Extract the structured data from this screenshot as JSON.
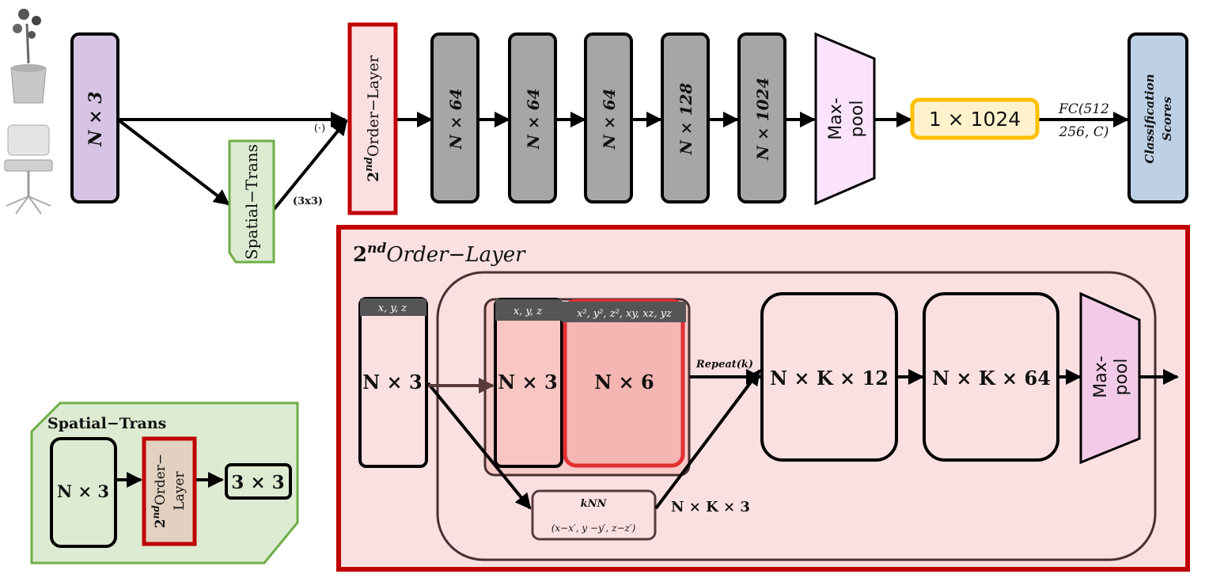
{
  "top": {
    "input": "N × 3",
    "spatial": "Spatial−Trans",
    "dot_label": "(·)",
    "mat_label": "(3x3)",
    "second_order": {
      "sup": "nd",
      "base": "2",
      "rest": "Order−Layer"
    },
    "blocks": [
      "N × 64",
      "N × 64",
      "N × 64",
      "N × 128",
      "N × 1024"
    ],
    "maxpool": [
      "Max-",
      "pool"
    ],
    "global_feat": "1 × 1024",
    "fc": [
      "FC(512",
      "256, C)"
    ],
    "scores": [
      "Classification",
      "Scores"
    ]
  },
  "detail": {
    "title": {
      "base": "2",
      "sup": "nd",
      "rest": "Order−Layer"
    },
    "input_tag": "x, y, z",
    "input_block": "N × 3",
    "xyz_tag": "x, y, z",
    "quad_tag": "x², y², z², xy, xz, yz",
    "xyz_block": "N × 3",
    "quad_block": "N × 6",
    "repeat": "Repeat(k)",
    "knn": [
      "kNN",
      "(x−x′, y −y′, z−z′)"
    ],
    "knn_out": "N × K × 3",
    "concat_block": "N × K × 12",
    "feat_block": "N × K × 64",
    "maxpool": [
      "Max-",
      "pool"
    ]
  },
  "spatial_detail": {
    "title": "Spatial−Trans",
    "input_block": "N × 3",
    "layer": {
      "base": "2",
      "sup": "nd",
      "rest1": "Order−",
      "rest2": "Layer"
    },
    "output": "3 × 3"
  },
  "colors": {
    "purple": "#d7c4e4",
    "gray": "#a6a6a6",
    "green_fill": "#dcebd2",
    "green_border": "#70ad47",
    "red_border": "#c00000",
    "pink_fill": "#fbe0e2",
    "yellow_fill": "#fff2cc",
    "yellow_border": "#ffc000",
    "blue_fill": "#bdd0e6",
    "maxpool_fill": "#fbe3fb"
  },
  "icons": [
    "plant-pointcloud-icon",
    "chair-pointcloud-icon"
  ]
}
